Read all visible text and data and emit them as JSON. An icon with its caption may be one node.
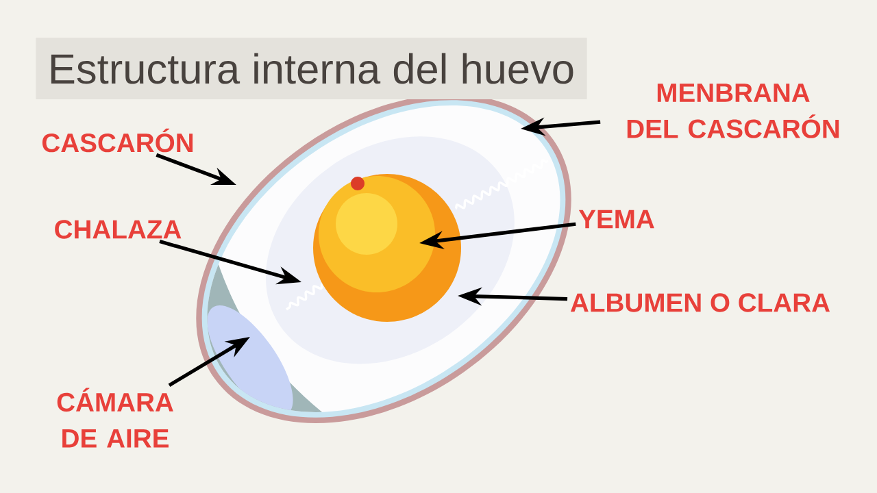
{
  "diagram": {
    "title": "Estructura interna del huevo",
    "nodes": [
      {
        "text": [
          "CASCARÓN"
        ]
      },
      {
        "text": [
          "MENBRANA DEL CASCARÓN"
        ]
      },
      {
        "text": [
          "CHALAZA"
        ]
      },
      {
        "text": [
          "YEMA"
        ]
      },
      {
        "text": [
          "ALBUMEN O CLARA"
        ]
      },
      {
        "text": [
          "CÁMARA DE AIRE"
        ]
      }
    ],
    "edges": [
      {
        "from": 0,
        "to": null,
        "arrow": "to"
      },
      {
        "from": 1,
        "to": null,
        "arrow": "to"
      },
      {
        "from": 2,
        "to": null,
        "arrow": "to"
      },
      {
        "from": 3,
        "to": null,
        "arrow": "to"
      },
      {
        "from": 4,
        "to": null,
        "arrow": "to"
      },
      {
        "from": 5,
        "to": null,
        "arrow": "to"
      }
    ]
  }
}
